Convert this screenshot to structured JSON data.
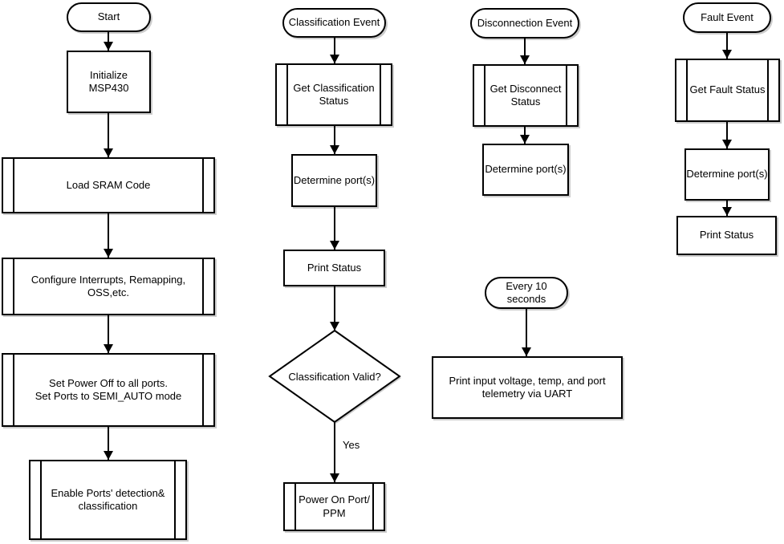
{
  "colors": {
    "stroke": "#000000",
    "fill": "#ffffff",
    "shadow": "#cccccc",
    "text": "#000000"
  },
  "flows": {
    "startup": {
      "start": "Start",
      "initialize": "Initialize\nMSP430",
      "load_sram": "Load SRAM Code",
      "configure": "Configure Interrupts, Remapping,\nOSS,etc.",
      "set_power_off": "Set Power Off to all ports.\nSet Ports to SEMI_AUTO mode",
      "enable_ports": "Enable Ports' detection&\nclassification"
    },
    "classification": {
      "event": "Classification Event",
      "get_status": "Get Classification\nStatus",
      "determine_ports": "Determine port(s)",
      "print_status": "Print Status",
      "decision": "Classification Valid?",
      "decision_yes_label": "Yes",
      "power_on": "Power On Port/\nPPM"
    },
    "disconnection": {
      "event": "Disconnection Event",
      "get_status": "Get Disconnect\nStatus",
      "determine_ports": "Determine port(s)"
    },
    "telemetry": {
      "event": "Every 10 seconds",
      "print": "Print input voltage, temp, and port\ntelemetry via UART"
    },
    "fault": {
      "event": "Fault Event",
      "get_status": "Get Fault Status",
      "determine_ports": "Determine port(s)",
      "print_status": "Print Status"
    }
  }
}
